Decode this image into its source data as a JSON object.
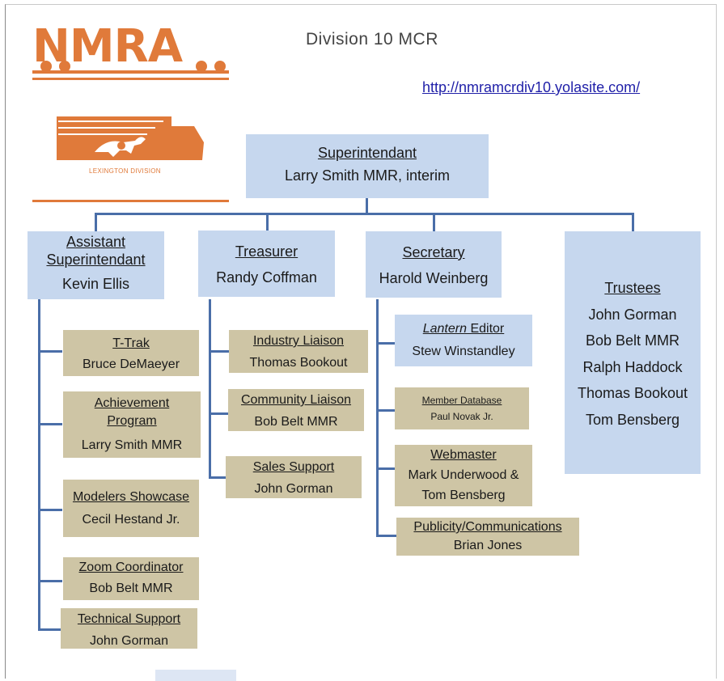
{
  "header": {
    "logo_text": "NMRA",
    "title": "Division 10 MCR",
    "link": "http://nmramcrdiv10.yolasite.com/",
    "division_label": "LEXINGTON DIVISION"
  },
  "top": {
    "title": "Superintendant",
    "name": "Larry Smith MMR, interim"
  },
  "columns": {
    "assistant": {
      "title_1": "Assistant",
      "title_2": "Superintendant",
      "name": "Kevin Ellis"
    },
    "treasurer": {
      "title": "Treasurer",
      "name": "Randy Coffman"
    },
    "secretary": {
      "title": "Secretary",
      "name": "Harold Weinberg"
    },
    "trustees": {
      "title": "Trustees",
      "names": [
        "John Gorman",
        "Bob Belt MMR",
        "Ralph Haddock",
        "Thomas Bookout",
        "Tom Bensberg"
      ]
    }
  },
  "assistant_roles": [
    {
      "title": "T-Trak",
      "name": "Bruce DeMaeyer"
    },
    {
      "title_1": "Achievement",
      "title_2": "Program",
      "name": "Larry Smith MMR"
    },
    {
      "title": "Modelers Showcase",
      "name": "Cecil Hestand Jr."
    },
    {
      "title": "Zoom Coordinator",
      "name": "Bob Belt MMR"
    },
    {
      "title": "Technical Support",
      "name": "John Gorman"
    }
  ],
  "treasurer_roles": [
    {
      "title": "Industry Liaison",
      "name": "Thomas Bookout"
    },
    {
      "title": "Community Liaison",
      "name": "Bob Belt MMR"
    },
    {
      "title": "Sales Support",
      "name": "John Gorman"
    }
  ],
  "secretary_roles": [
    {
      "title_italic": "Lantern",
      "title_rest": " Editor",
      "name": "Stew Winstandley"
    },
    {
      "title": "Member Database",
      "name": "Paul Novak Jr."
    },
    {
      "title": "Webmaster",
      "name_1": "Mark Underwood &",
      "name_2": "Tom Bensberg"
    },
    {
      "title": "Publicity/Communications",
      "name": "Brian Jones"
    }
  ],
  "colors": {
    "blue_box": "#c6d7ee",
    "tan_box": "#cec5a5",
    "connector": "#4a6ea8",
    "brand": "#e07a3a",
    "link": "#1f1fa8"
  }
}
